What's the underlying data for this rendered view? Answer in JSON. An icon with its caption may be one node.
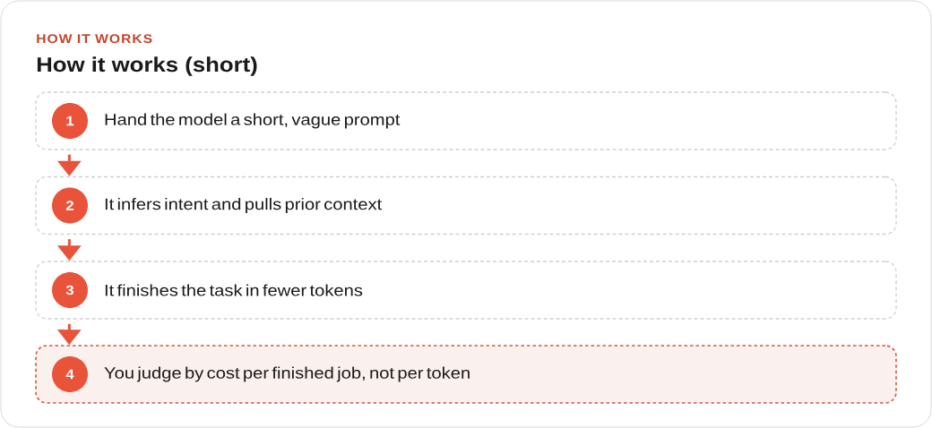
{
  "diagram": {
    "title": "How it works (short)",
    "nodes": [
      {
        "text": [
          "Hand the model a short, vague prompt"
        ]
      },
      {
        "text": [
          "1"
        ],
        "in": 0
      },
      {
        "text": [
          "It infers intent and pulls prior context"
        ]
      },
      {
        "text": [
          "2"
        ],
        "in": 2
      },
      {
        "text": [
          "It finishes the task in fewer tokens"
        ]
      },
      {
        "text": [
          "3"
        ],
        "in": 4
      },
      {
        "text": [
          "You judge by cost per finished job, not per token"
        ]
      },
      {
        "text": [
          "4"
        ],
        "in": 6
      }
    ],
    "edges": [
      {
        "from": 0,
        "to": 2,
        "arrow": "to"
      },
      {
        "from": 2,
        "to": 4,
        "arrow": "to"
      },
      {
        "from": 4,
        "to": 6,
        "arrow": "to"
      }
    ],
    "labels": [
      "HOW IT WORKS"
    ]
  }
}
